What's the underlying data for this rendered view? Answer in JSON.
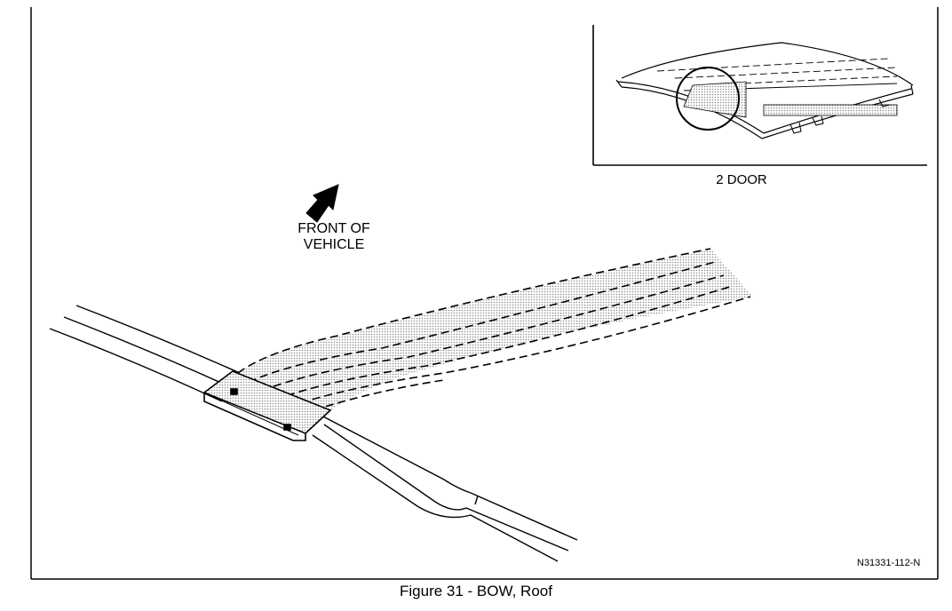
{
  "labels": {
    "front_of_vehicle_line1": "FRONT OF",
    "front_of_vehicle_line2": "VEHICLE",
    "inset_caption": "2 DOOR",
    "part_number": "N31331-112-N",
    "figure_caption": "Figure 31 - BOW, Roof"
  },
  "icons": {
    "direction_arrow": "arrow-icon"
  },
  "colors": {
    "line": "#000000",
    "shading": "#bcbcbc",
    "background": "#ffffff"
  }
}
